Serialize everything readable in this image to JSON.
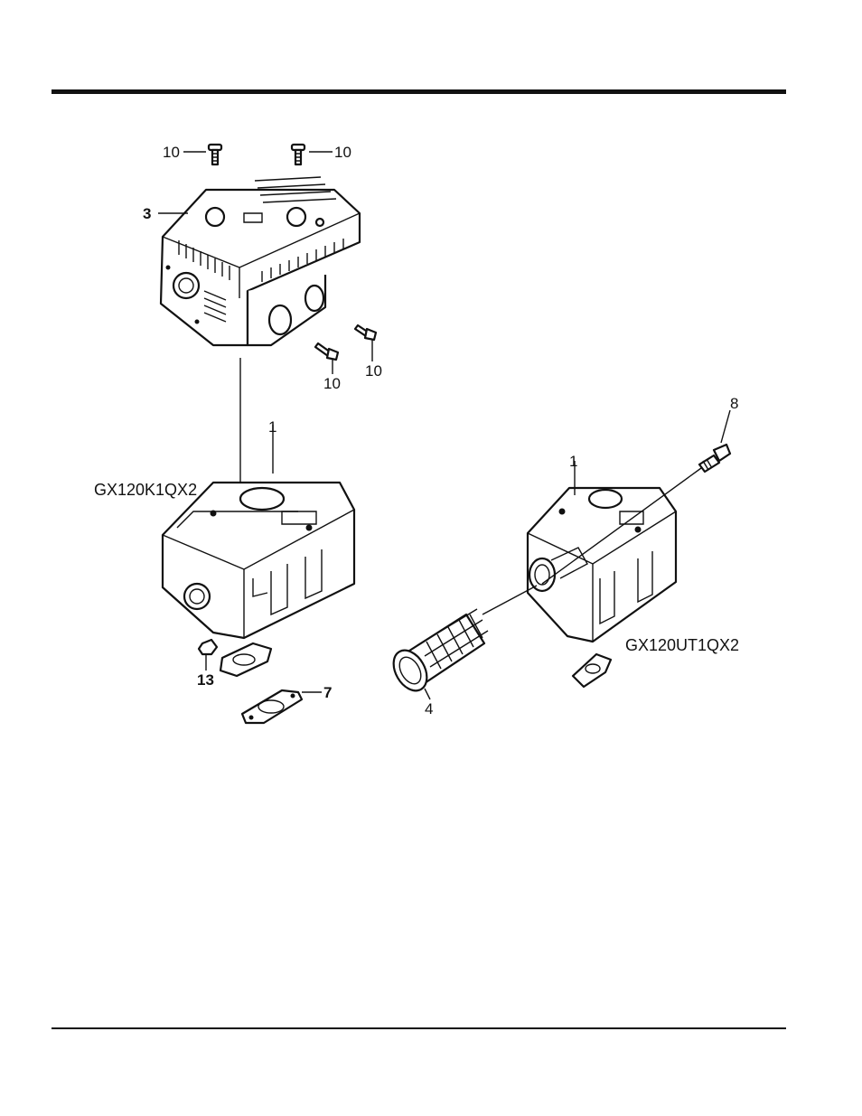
{
  "callouts": {
    "screw_top_left": "10",
    "screw_top_right": "10",
    "protector": "3",
    "bolt_lower_left": "10",
    "bolt_lower_right": "10",
    "muffler_left": "1",
    "muffler_right": "1",
    "bolt_right": "8",
    "nut": "13",
    "gasket": "7",
    "spark_arrester": "4"
  },
  "models": {
    "left": "GX120K1QX2",
    "right": "GX120UT1QX2"
  }
}
